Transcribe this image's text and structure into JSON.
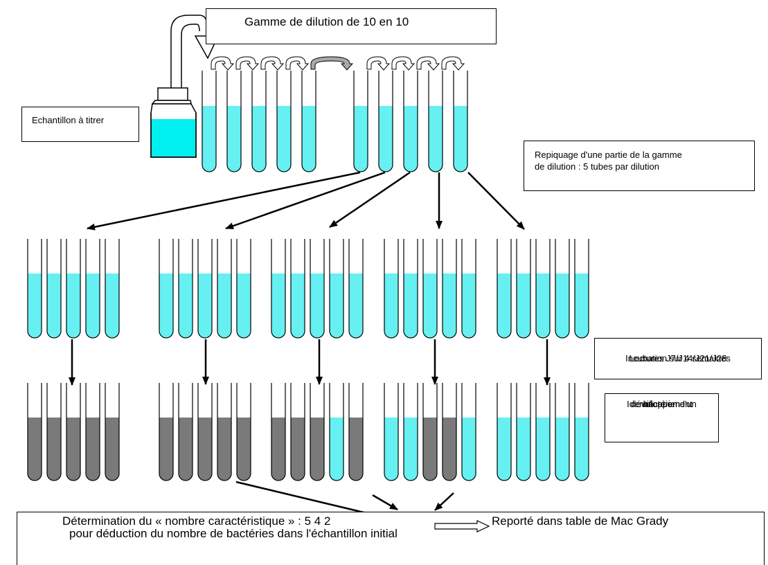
{
  "title": "Gamme de dilution de 10 en 10",
  "sample_label": "Echantillon à titrer",
  "repiquage": {
    "line1": "Repiquage d'une partie de la gamme",
    "line2": "de dilution : 5 tubes par dilution"
  },
  "incubation": {
    "line1": "Incubation sur 4 semaines",
    "line2": "Lectures J7/J14/J21/J28"
  },
  "identification": {
    "line1": "Identification d'un",
    "line2": "développement",
    "line3": "bactérien"
  },
  "result": {
    "line1": "Détermination du « nombre caractéristique » :   5 4 2",
    "reported": "Reporté dans table de Mac Grady",
    "line2": "pour déduction du nombre de bactéries dans l'échantillon initial"
  },
  "colors": {
    "medium": "#66f0f2",
    "growth": "#7a7a7a",
    "bottle": "#00f0f0",
    "curved_arrow": "#a8a8a8"
  },
  "icons": [
    "bottle-icon",
    "tube-icon",
    "curved-arrow-icon",
    "arrow-icon"
  ],
  "positive_tubes_per_dilution": [
    5,
    5,
    4,
    2,
    0
  ],
  "positive_tube_flags": [
    [
      1,
      1,
      1,
      1,
      1
    ],
    [
      1,
      1,
      1,
      1,
      1
    ],
    [
      1,
      1,
      1,
      0,
      1
    ],
    [
      0,
      0,
      1,
      1,
      0
    ],
    [
      0,
      0,
      0,
      0,
      0
    ]
  ]
}
